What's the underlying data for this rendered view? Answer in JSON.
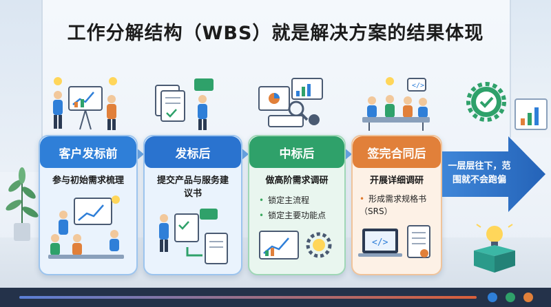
{
  "title": "工作分解结构（WBS）就是解决方案的结果体现",
  "stages": [
    {
      "label": "客户发标前",
      "subtitle": "参与初始需求梳理",
      "color": "#2f7fd8",
      "bullets": []
    },
    {
      "label": "发标后",
      "subtitle": "提交产品与服务建议书",
      "color": "#2a73cf",
      "bullets": []
    },
    {
      "label": "中标后",
      "subtitle": "做高阶需求调研",
      "color": "#2fa16a",
      "bullets": [
        "锁定主流程",
        "锁定主要功能点"
      ]
    },
    {
      "label": "签完合同后",
      "subtitle": "开展详细调研",
      "color": "#e1803a",
      "bullets": [
        "形成需求规格书（SRS）"
      ]
    }
  ],
  "conclusion": "一层层往下，范围就不会跑偏",
  "icons": [
    "presentation-icon",
    "documents-icon",
    "dashboard-icon",
    "meeting-icon",
    "gear-check-icon",
    "lightbulb-box-icon",
    "chart-icon",
    "code-icon"
  ],
  "colors": {
    "accent_blue": "#2f7fd8",
    "accent_green": "#2fa16a",
    "accent_orange": "#e1803a",
    "arrow": "#2a6fc9"
  }
}
